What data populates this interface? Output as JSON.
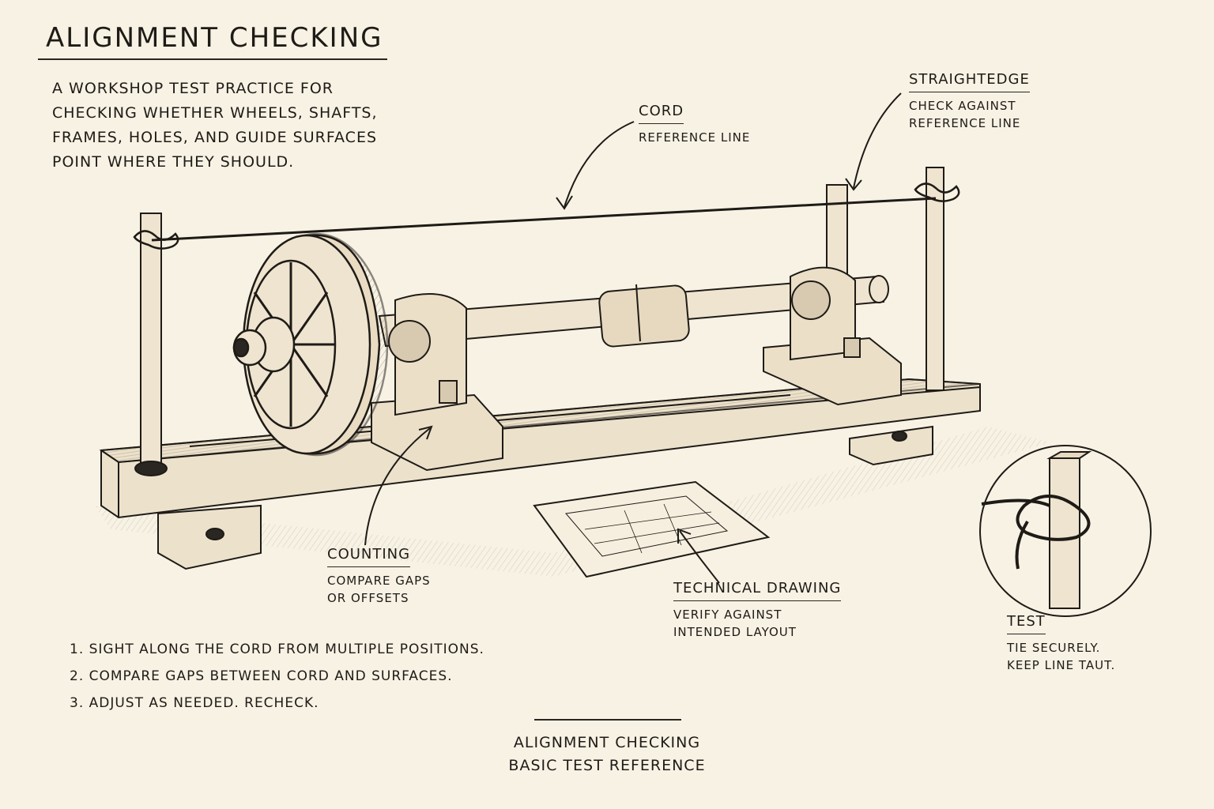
{
  "title": "ALIGNMENT CHECKING",
  "intro": [
    "A WORKSHOP TEST PRACTICE FOR",
    "CHECKING WHETHER WHEELS, SHAFTS,",
    "FRAMES, HOLES, AND GUIDE SURFACES",
    "POINT WHERE THEY SHOULD."
  ],
  "labels": {
    "cord": {
      "title": "CORD",
      "lines": [
        "REFERENCE LINE"
      ]
    },
    "straightedge": {
      "title": "STRAIGHTEDGE",
      "lines": [
        "CHECK AGAINST",
        "REFERENCE LINE"
      ]
    },
    "counting": {
      "title": "COUNTING",
      "lines": [
        "COMPARE GAPS",
        "OR OFFSETS"
      ]
    },
    "technical_drawing": {
      "title": "TECHNICAL DRAWING",
      "lines": [
        "VERIFY AGAINST",
        "INTENDED LAYOUT"
      ]
    },
    "test": {
      "title": "TEST",
      "lines": [
        "TIE SECURELY.",
        "KEEP LINE TAUT."
      ]
    }
  },
  "steps": [
    "1.  SIGHT ALONG THE CORD FROM MULTIPLE POSITIONS.",
    "2.  COMPARE GAPS BETWEEN CORD AND SURFACES.",
    "3.  ADJUST AS NEEDED. RECHECK."
  ],
  "footer": {
    "line1": "ALIGNMENT CHECKING",
    "line2": "BASIC TEST REFERENCE"
  },
  "colors": {
    "paper": "#f8f2e4",
    "ink": "#1e1b17",
    "wood": "#e9dcc3"
  }
}
